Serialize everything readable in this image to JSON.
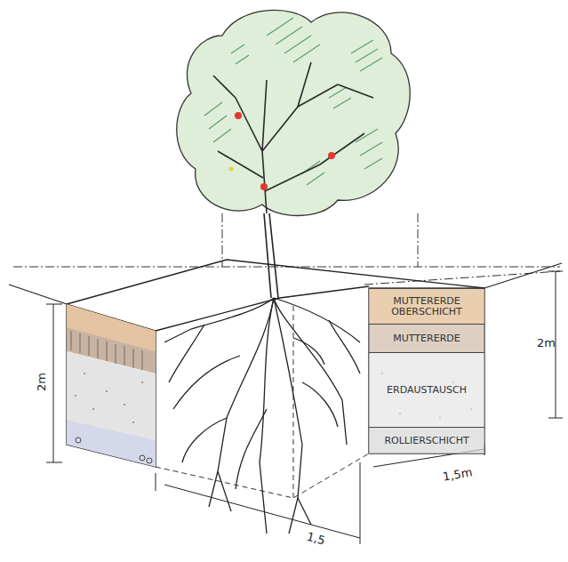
{
  "diagram": {
    "nodes": [
      {
        "text": [
          "MUTTERERDE OBERSCHICHT"
        ]
      },
      {
        "text": [
          "MUTTERERDE"
        ]
      },
      {
        "text": [
          "ERDAUSTAUSCH"
        ]
      },
      {
        "text": [
          "ROLLIERSCHICHT"
        ]
      }
    ],
    "labels": [
      "2m",
      "2m",
      "1,5m",
      "1,5"
    ]
  }
}
